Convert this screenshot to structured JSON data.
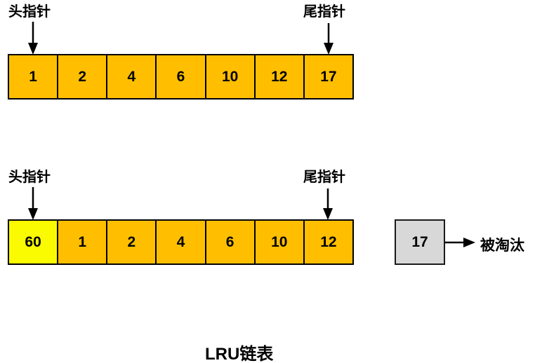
{
  "labels": {
    "head_pointer": "头指针",
    "tail_pointer": "尾指针",
    "evicted": "被淘汰",
    "title": "LRU链表"
  },
  "colors": {
    "cell_default": "#FFBF00",
    "cell_highlight": "#FAFA00",
    "cell_evicted": "#D8D8D8",
    "border": "#000000",
    "text": "#000000",
    "background": "#FFFFFF"
  },
  "list_before": {
    "cells": [
      {
        "value": "1",
        "fill": "cell_default"
      },
      {
        "value": "2",
        "fill": "cell_default"
      },
      {
        "value": "4",
        "fill": "cell_default"
      },
      {
        "value": "6",
        "fill": "cell_default"
      },
      {
        "value": "10",
        "fill": "cell_default"
      },
      {
        "value": "12",
        "fill": "cell_default"
      },
      {
        "value": "17",
        "fill": "cell_default"
      }
    ]
  },
  "list_after": {
    "cells": [
      {
        "value": "60",
        "fill": "cell_highlight"
      },
      {
        "value": "1",
        "fill": "cell_default"
      },
      {
        "value": "2",
        "fill": "cell_default"
      },
      {
        "value": "4",
        "fill": "cell_default"
      },
      {
        "value": "6",
        "fill": "cell_default"
      },
      {
        "value": "10",
        "fill": "cell_default"
      },
      {
        "value": "12",
        "fill": "cell_default"
      }
    ]
  },
  "evicted_cell": {
    "value": "17",
    "fill": "cell_evicted"
  }
}
